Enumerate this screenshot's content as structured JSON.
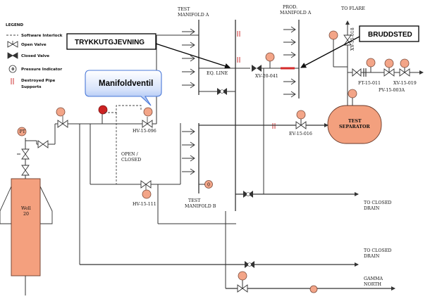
{
  "legend": {
    "title": "LEGEND",
    "items": [
      {
        "icon": "dashed-line",
        "text": "Software Interlock"
      },
      {
        "icon": "open-valve",
        "text": "Open Valve"
      },
      {
        "icon": "closed-valve",
        "text": "Closed Valve"
      },
      {
        "icon": "pressure-indicator",
        "text": "Pressure Indicator"
      },
      {
        "icon": "destroyed-pipe",
        "text": "Destroyed Pipe"
      },
      {
        "icon": "destroyed-pipe",
        "text": "Supports"
      }
    ]
  },
  "callouts": {
    "trykkutgjevning": "TRYKKUTGJEVNING",
    "bruddsted": "BRUDDSTED",
    "manifoldventil": "Manifoldventil"
  },
  "labels": {
    "test_manifold_a_1": "TEST",
    "test_manifold_a_2": "MANIFOLD A",
    "prod_manifold_a_1": "PROD.",
    "prod_manifold_a_2": "MANIFOLD A",
    "to_flare": "TO FLARE",
    "eq_line": "EQ. LINE",
    "xv_20_041": "XV-20-041",
    "xv_15_018": "XV-15-018",
    "ft_15_011": "FT-15-011",
    "xv_15_019": "XV-15-019",
    "pv_15_003a": "PV-15-003A",
    "hv_15_096": "HV-15-096",
    "ev_15_016": "EV-15-016",
    "test_separator_1": "TEST",
    "test_separator_2": "SEPARATOR",
    "open_closed_1": "OPEN /",
    "open_closed_2": "CLOSED",
    "hv_15_111": "HV-15-111",
    "test_manifold_b_1": "TEST",
    "test_manifold_b_2": "MANIFOLD B",
    "to_closed_drain_1a": "TO CLOSED",
    "to_closed_drain_1b": "DRAIN",
    "to_closed_drain_2a": "TO CLOSED",
    "to_closed_drain_2b": "DRAIN",
    "gamma_north_a": "GAMMA",
    "gamma_north_b": "NORTH",
    "well_a": "Well",
    "well_b": "20",
    "pt": "PT",
    "gauge_zero": "0"
  },
  "colors": {
    "gauge_fill": "#f3a588",
    "well_fill": "#f4a07e",
    "separator_fill": "#f3a07e",
    "interlock_red": "#cc2222",
    "break_red": "#d42a2a",
    "callout_blue": "#4a78d8"
  }
}
